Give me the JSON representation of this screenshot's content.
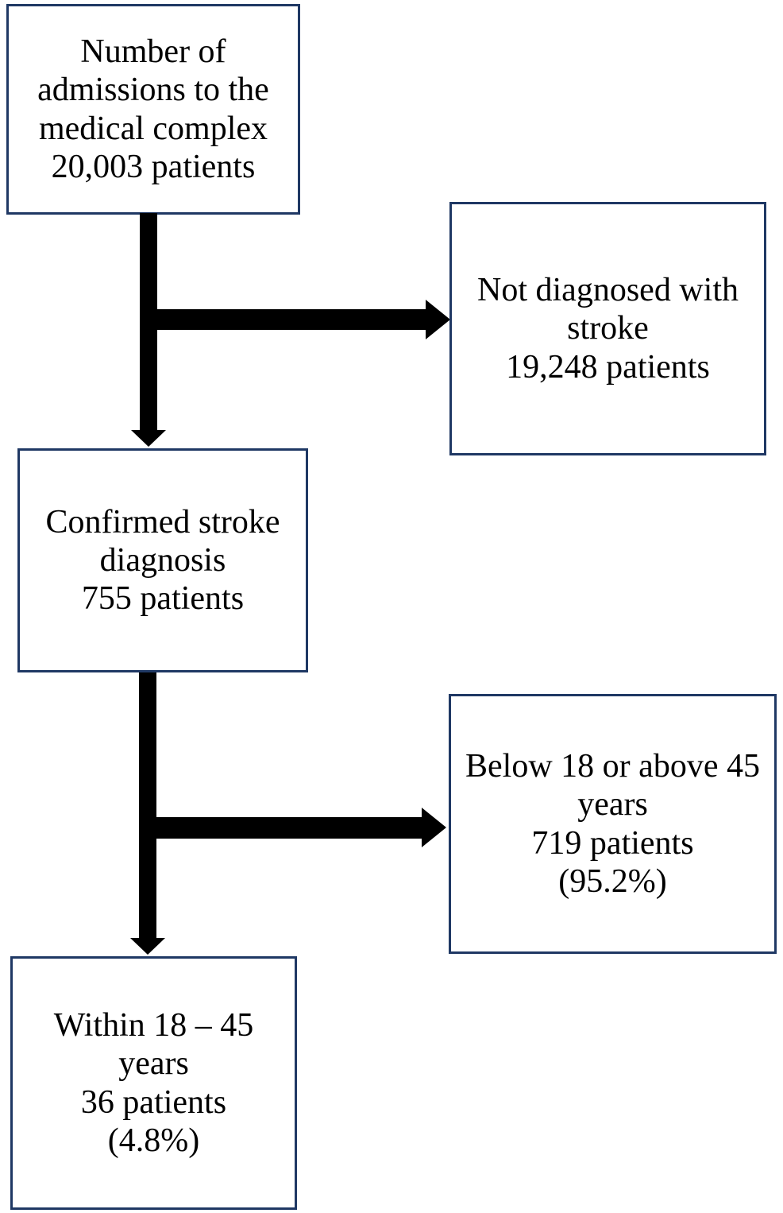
{
  "colors": {
    "box-border": "#1f3864",
    "arrow": "#000000",
    "background": "#ffffff",
    "text": "#000000"
  },
  "nodes": {
    "admissions": {
      "text": "Number of\nadmissions to the\nmedical complex\n20,003 patients"
    },
    "not_diagnosed": {
      "text": "Not diagnosed with\nstroke\n19,248 patients"
    },
    "confirmed": {
      "text": "Confirmed stroke\ndiagnosis\n755 patients"
    },
    "excluded": {
      "text": "Below 18 or above 45\nyears\n719 patients\n(95.2%)"
    },
    "included": {
      "text": "Within 18 – 45\nyears\n36 patients\n(4.8%)"
    }
  }
}
